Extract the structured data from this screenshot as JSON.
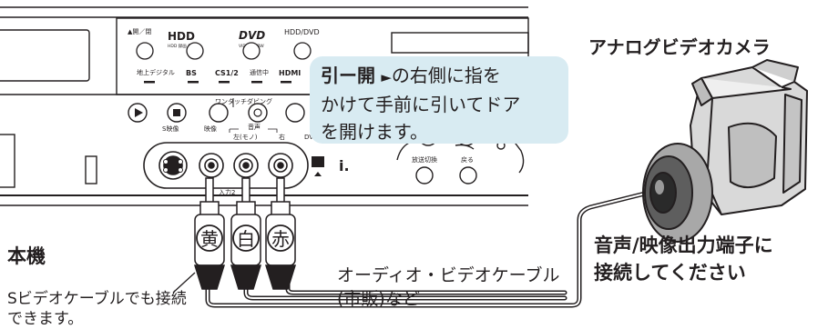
{
  "panel": {
    "eject_label": "▲開／閉",
    "hdd_label": "HDD",
    "hdd_sub": "HDD 録画 予約",
    "dvd_logo": "DVD",
    "dvd_sub": "VIDEO R/RW",
    "hdd_dvd_label": "HDD/DVD",
    "indicators": [
      "地上デジタル",
      "BS",
      "CS1/2",
      "通信中",
      "HDMI"
    ],
    "one_touch_dubbing": "ワンタッチダビング",
    "s_video": "S映像",
    "video": "映像",
    "audio": "音声",
    "audio_left": "左(モノ)",
    "audio_right": "右",
    "dv_label": "DV入",
    "input2": "入力2",
    "broadcast_switch": "放送切換",
    "back": "戻る"
  },
  "callout": {
    "key": "引ー開",
    "arrow": "►",
    "text1": "の右側に指を",
    "text2": "かけて手前に引いてドア",
    "text3": "を開けます。"
  },
  "plugs": {
    "yellow": "黄",
    "white": "白",
    "red": "赤"
  },
  "labels": {
    "camera_title": "アナログビデオカメラ",
    "main_unit": "本機",
    "s_video_note": "Sビデオケーブルでも接続できます。",
    "cable_line1": "オーディオ・ビデオケーブル",
    "cable_line2": "(市販)など",
    "connect_line1": "音声/映像出力端子に",
    "connect_line2": "接続してください"
  }
}
